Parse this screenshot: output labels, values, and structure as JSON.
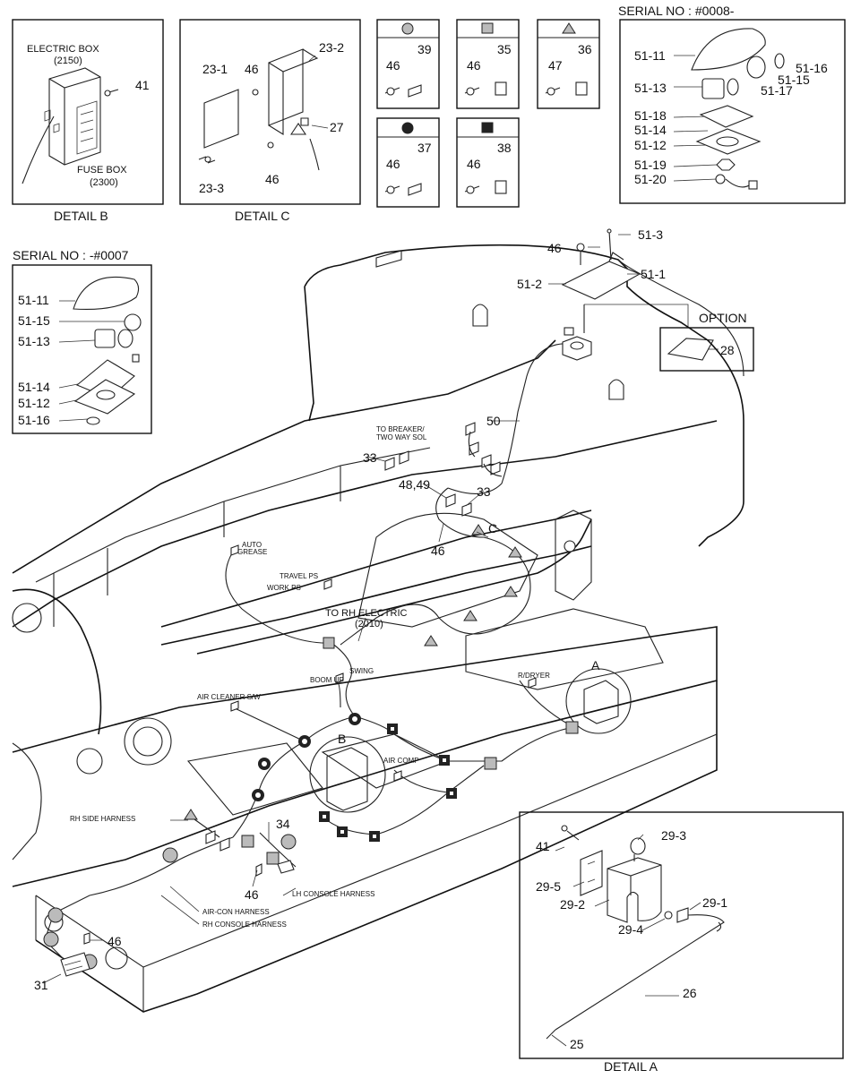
{
  "details": {
    "b": {
      "caption": "DETAIL  B",
      "electric_box": "ELECTRIC BOX",
      "electric_box_no": "(2150)",
      "fuse_box": "FUSE BOX",
      "fuse_box_no": "(2300)",
      "part_41": "41"
    },
    "c": {
      "caption": "DETAIL C",
      "p23_1": "23-1",
      "p23_2": "23-2",
      "p23_3": "23-3",
      "p27": "27",
      "p46a": "46",
      "p46b": "46"
    },
    "a": {
      "caption": "DETAIL  A",
      "p41": "41",
      "p29_3": "29-3",
      "p29_5": "29-5",
      "p29_2": "29-2",
      "p29_1": "29-1",
      "p29_4": "29-4",
      "p26": "26",
      "p25": "25"
    }
  },
  "symbol_boxes": [
    {
      "left": "46",
      "right": "39"
    },
    {
      "left": "46",
      "right": "35"
    },
    {
      "left": "47",
      "right": "36"
    },
    {
      "left": "46",
      "right": "37"
    },
    {
      "left": "46",
      "right": "38"
    }
  ],
  "serial_new": {
    "heading": "SERIAL NO : #0008-",
    "items": [
      "51-11",
      "51-13",
      "51-18",
      "51-14",
      "51-12",
      "51-19",
      "51-20"
    ],
    "right_items": [
      "51-16",
      "51-15",
      "51-17"
    ]
  },
  "serial_old": {
    "heading": "SERIAL NO : -#0007",
    "items": [
      "51-11",
      "51-15",
      "51-13",
      "51-14",
      "51-12",
      "51-16"
    ]
  },
  "option": {
    "heading": "OPTION",
    "part": "28"
  },
  "main": {
    "p46_top": "46",
    "p51_3": "51-3",
    "p51_2": "51-2",
    "p51_1": "51-1",
    "p50": "50",
    "p33a": "33",
    "p33b": "33",
    "p48_49": "48,49",
    "p46_mid": "46",
    "letter_c": "C",
    "letter_a": "A",
    "letter_b": "B",
    "p34": "34",
    "p46_lo": "46",
    "p46_bot": "46",
    "p31": "31",
    "to_rh_electric": "TO RH ELECTRIC",
    "to_rh_electric_no": "(2010)",
    "to_breaker": "TO BREAKER/",
    "two_way_sol": "TWO WAY SOL",
    "auto_grease_1": "AUTO",
    "auto_grease_2": "GREASE",
    "travel_ps": "TRAVEL PS",
    "work_ps": "WORK PS",
    "boom_up": "BOOM UP",
    "swing": "SWING",
    "r_dryer": "R/DRYER",
    "air_cleaner": "AIR CLEANER S/W",
    "air_comp": "AIR COMP",
    "rh_side_harness": "RH SIDE HARNESS",
    "lh_console_harness": "LH CONSOLE HARNESS",
    "air_con_harness": "AIR-CON HARNESS",
    "rh_console_harness": "RH CONSOLE HARNESS"
  }
}
